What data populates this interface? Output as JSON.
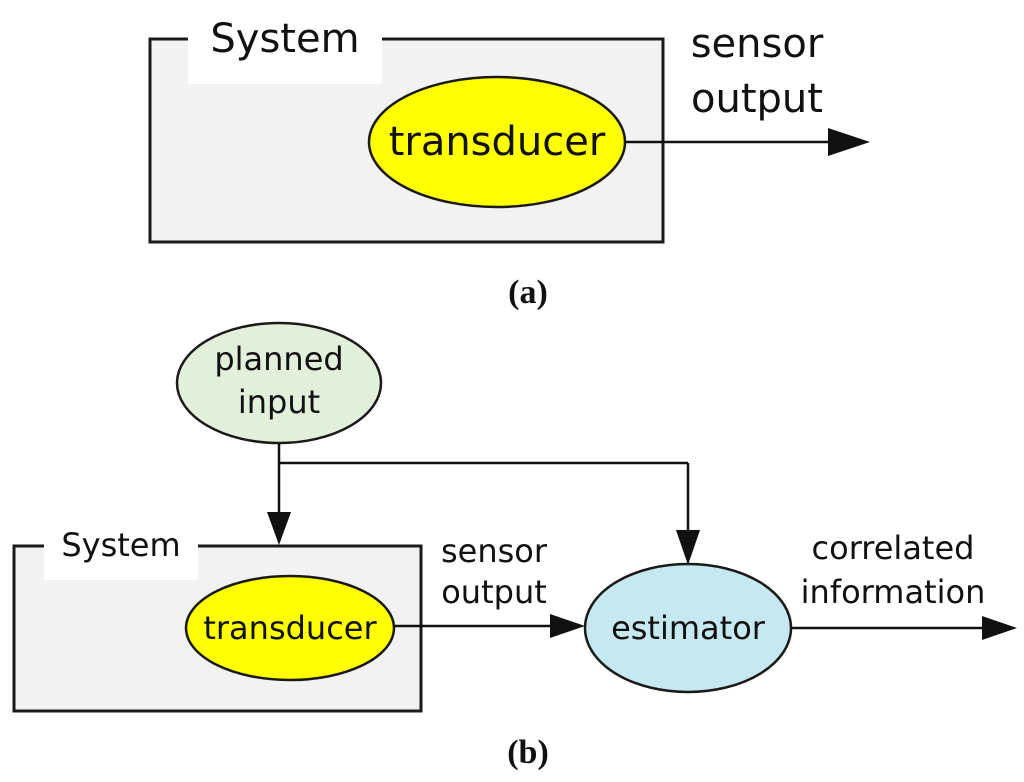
{
  "colors": {
    "system_box_fill": "#f2f2f2",
    "transducer_fill": "#ffff00",
    "planned_input_fill": "#e2efda",
    "estimator_fill": "#c6e8f0",
    "line": "#111111"
  },
  "panel_a": {
    "system_label": "System",
    "transducer_label": "transducer",
    "output_label_line1": "sensor",
    "output_label_line2": "output",
    "caption_letter": "a"
  },
  "panel_b": {
    "planned_input_line1": "planned",
    "planned_input_line2": "input",
    "system_label": "System",
    "transducer_label": "transducer",
    "sensor_output_line1": "sensor",
    "sensor_output_line2": "output",
    "estimator_label": "estimator",
    "result_line1": "correlated",
    "result_line2": "information",
    "caption_letter": "b"
  }
}
